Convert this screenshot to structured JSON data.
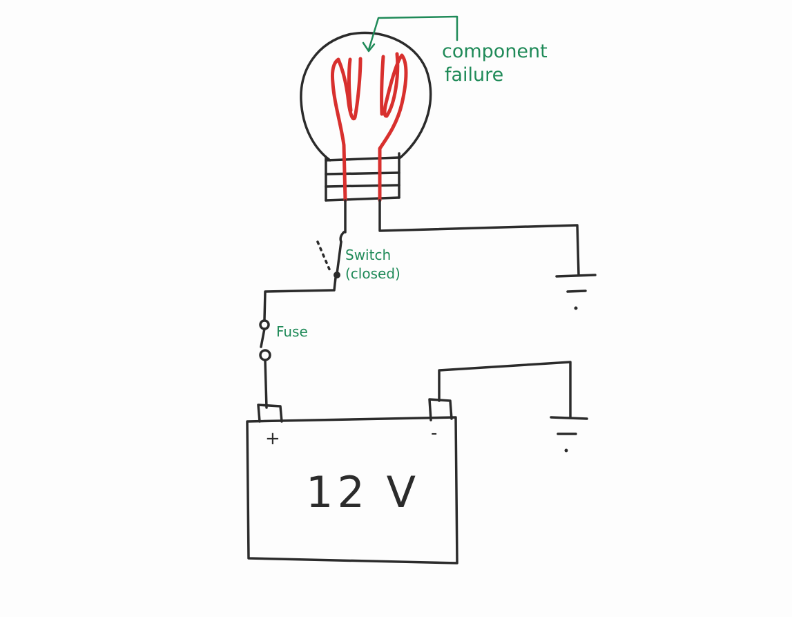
{
  "annotations": {
    "failure_line1": "component",
    "failure_line2": "failure",
    "switch_line1": "Switch",
    "switch_line2": "(closed)",
    "fuse": "Fuse"
  },
  "battery": {
    "voltage": "12 V",
    "positive_terminal": "+",
    "negative_terminal": "-"
  },
  "colors": {
    "wire": "#2b2b2b",
    "filament": "#d8302e",
    "annotation": "#1f8a58"
  }
}
